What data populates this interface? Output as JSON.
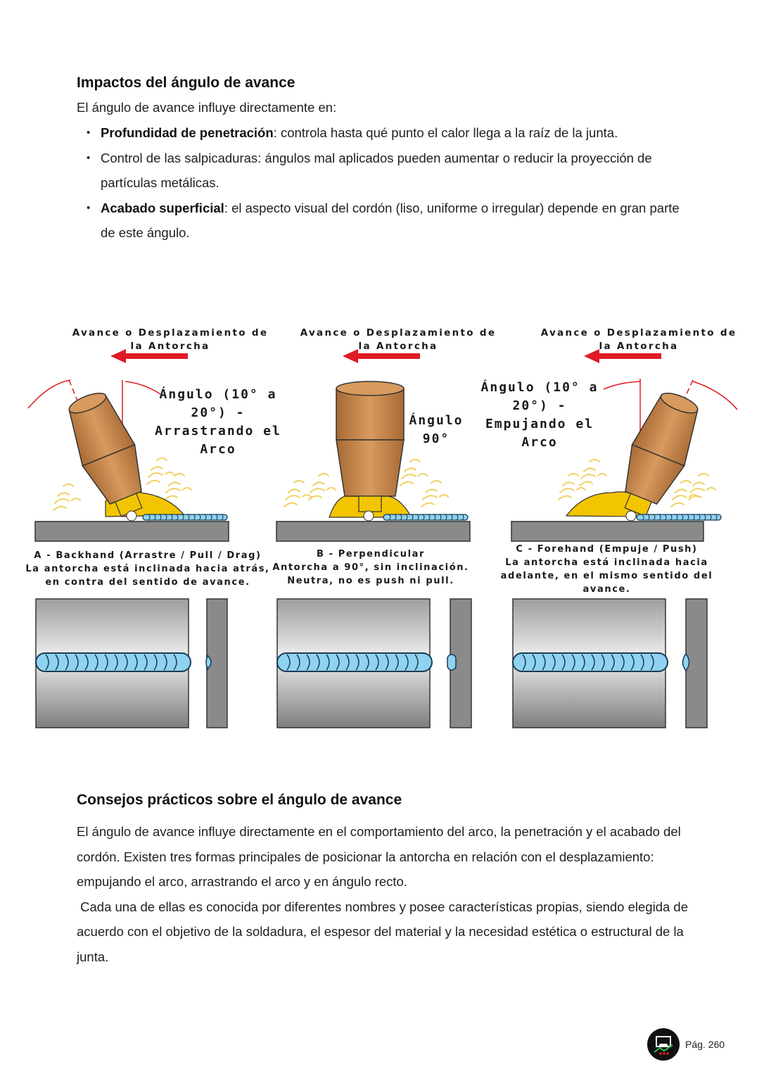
{
  "section1": {
    "title": "Impactos del ángulo de avance",
    "intro": "El ángulo de avance influye directamente en:",
    "bullets": [
      {
        "bold": "Profundidad de penetración",
        "text": ": controla hasta qué punto el calor llega a la raíz de la junta."
      },
      {
        "bold": "",
        "text": "Control de las salpicaduras: ángulos mal aplicados pueden aumentar o reducir la proyección de partículas metálicas."
      },
      {
        "bold": "Acabado superficial",
        "text": ": el aspecto visual del cordón (liso, uniforme o irregular) depende en gran parte de este ángulo."
      }
    ]
  },
  "figure": {
    "panels": [
      {
        "travel_label": "Avance o Desplazamiento de la Antorcha",
        "angle_label": "Ángulo (10° a 20°) - Arrastrando el Arco",
        "caption_title": "A - Backhand (Arrastre / Pull / Drag)",
        "caption_text": "La antorcha está inclinada hacia atrás, en contra del sentido de avance."
      },
      {
        "travel_label": "Avance o Desplazamiento de la Antorcha",
        "angle_label": "Ángulo 90°",
        "caption_title": "B - Perpendicular",
        "caption_text": "Antorcha a 90°, sin inclinación. Neutra, no es push ni pull."
      },
      {
        "travel_label": "Avance o Desplazamiento de la Antorcha",
        "angle_label": "Ángulo (10° a 20°) - Empujando el Arco",
        "caption_title": "C - Forehand (Empuje / Push)",
        "caption_text": "La antorcha está inclinada hacia adelante, en el mismo sentido del avance."
      }
    ],
    "colors": {
      "arrow": "#e01b24",
      "torch": "#c98a4f",
      "gas": "#f2c500",
      "bead": "#8fd3f0",
      "plate": "#8a8a8a"
    }
  },
  "section2": {
    "title": "Consejos prácticos sobre el ángulo de avance",
    "para1": "El ángulo de avance influye directamente en el comportamiento del arco, la penetración y el acabado del cordón. Existen tres formas principales de posicionar la antorcha en relación con el desplazamiento: empujando el arco, arrastrando el arco y en ángulo recto.",
    "para2": " Cada una de ellas es conocida por diferentes nombres y posee características propias, siendo elegida de acuerdo con el objetivo de la soldadura, el espesor del material y la necesidad estética o estructural de la junta."
  },
  "footer": {
    "page": "Pág. 260",
    "logo_icon": "brand-logo-icon"
  }
}
